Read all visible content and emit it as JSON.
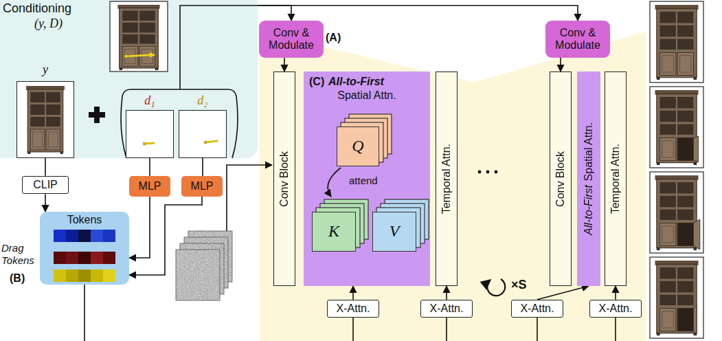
{
  "diagram": {
    "nodes": [
      {
        "text": [
          "Conditioning",
          "(y, D)"
        ]
      },
      {
        "text": [
          "y"
        ],
        "in": 0
      },
      {
        "text": [
          "d₁"
        ],
        "in": 0
      },
      {
        "text": [
          "d₂"
        ],
        "in": 0
      },
      {
        "text": [
          "CLIP"
        ]
      },
      {
        "text": [
          "MLP"
        ]
      },
      {
        "text": [
          "MLP"
        ]
      },
      {
        "text": [
          "Tokens"
        ]
      },
      {
        "text": [
          "Conv & Modulate"
        ]
      },
      {
        "text": [
          "Conv & Modulate"
        ]
      },
      {
        "text": [
          "Conv Block"
        ]
      },
      {
        "text": [
          "(C)",
          "All-to-First",
          "Spatial Attn."
        ]
      },
      {
        "text": [
          "Q"
        ],
        "in": 11
      },
      {
        "text": [
          "K"
        ],
        "in": 11
      },
      {
        "text": [
          "V"
        ],
        "in": 11
      },
      {
        "text": [
          "Temporal Attn."
        ]
      },
      {
        "text": [
          "Conv Block"
        ]
      },
      {
        "text": [
          "All-to-First",
          "Spatial Attn."
        ]
      },
      {
        "text": [
          "Temporal Attn."
        ]
      },
      {
        "text": [
          "X-Attn."
        ]
      },
      {
        "text": [
          "X-Attn."
        ]
      },
      {
        "text": [
          "X-Attn."
        ]
      },
      {
        "text": [
          "X-Attn."
        ]
      }
    ],
    "edges": [
      {
        "from": 1,
        "to": 4,
        "arrow": "none"
      },
      {
        "from": 2,
        "to": 5,
        "arrow": "none"
      },
      {
        "from": 3,
        "to": 6,
        "arrow": "none"
      },
      {
        "from": 4,
        "to": 7,
        "arrow": "to"
      },
      {
        "from": 5,
        "to": 7,
        "arrow": "to"
      },
      {
        "from": 6,
        "to": 7,
        "arrow": "to"
      },
      {
        "from": 0,
        "to": 8,
        "arrow": "to"
      },
      {
        "from": 0,
        "to": 9,
        "arrow": "to"
      },
      {
        "from": 8,
        "to": 10,
        "arrow": "to"
      },
      {
        "from": 9,
        "to": 16,
        "arrow": "to"
      },
      {
        "from": 19,
        "to": 11,
        "arrow": "to"
      },
      {
        "from": 20,
        "to": 15,
        "arrow": "to"
      },
      {
        "from": 21,
        "to": 17,
        "arrow": "to"
      },
      {
        "from": 22,
        "to": 18,
        "arrow": "to"
      }
    ],
    "labels": [
      "(A)",
      "Drag Tokens",
      "(B)",
      "attend",
      "×S"
    ]
  }
}
